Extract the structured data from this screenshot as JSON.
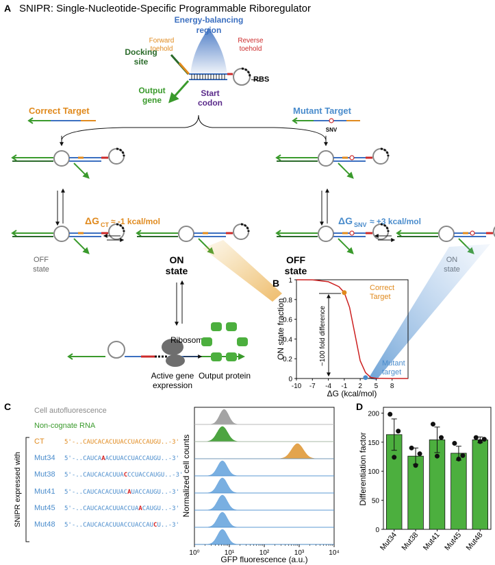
{
  "header": {
    "panel_a": "A",
    "title": "SNIPR: Single-Nucleotide-Specific Programmable Riboregulator"
  },
  "schematic": {
    "energy_region": [
      "Energy-balancing",
      "region"
    ],
    "forward_toehold": [
      "Forward",
      "toehold"
    ],
    "reverse_toehold": [
      "Reverse",
      "toehold"
    ],
    "docking_site": [
      "Docking",
      "site"
    ],
    "rbs": "RBS",
    "output_gene": [
      "Output",
      "gene"
    ],
    "start_codon": [
      "Start",
      "codon"
    ],
    "correct_target": "Correct Target",
    "mutant_target": "Mutant Target",
    "snv": "SNV",
    "dg_ct_label": "ΔG",
    "dg_ct_sub": "CT",
    "dg_ct_value": "≈ -1 kcal/mol",
    "dg_snv_label": "ΔG",
    "dg_snv_sub": "SNV",
    "dg_snv_value": "≈ +3 kcal/mol",
    "off_state_left": [
      "OFF",
      "state"
    ],
    "on_state_left": [
      "ON",
      "state"
    ],
    "off_state_right": [
      "OFF",
      "state"
    ],
    "on_state_right": [
      "ON",
      "state"
    ],
    "ribosome": "Ribosome",
    "active_gene_expression": [
      "Active gene",
      "expression"
    ],
    "output_protein": "Output protein"
  },
  "panel_b": {
    "label": "B",
    "annotation_correct": [
      "Correct",
      "Target"
    ],
    "annotation_mutant": [
      "Mutant",
      "target"
    ],
    "difference": "~100 fold difference"
  },
  "panel_c": {
    "label": "C",
    "rows": [
      {
        "name": "Cell autofluorescence",
        "seq_pre": "",
        "seq_mut": "",
        "seq_post": "",
        "color": "#8a8a8a"
      },
      {
        "name": "Non-cognate RNA",
        "seq_pre": "",
        "seq_mut": "",
        "seq_post": "",
        "color": "#3a9a2c"
      },
      {
        "name": "CT",
        "seq_pre": "5'-..CAUCACACUUACCUACCAUGU..-3'",
        "seq_mut": "",
        "seq_post": "",
        "color": "#e08a1e"
      },
      {
        "name": "Mut34",
        "seq_pre": "5'-..CAUCA",
        "seq_mut": "A",
        "seq_post": "ACUUACCUACCAUGU..-3'",
        "color": "#4a8ccc"
      },
      {
        "name": "Mut38",
        "seq_pre": "5'-..CAUCACACUUA",
        "seq_mut": "C",
        "seq_post": "CCUACCAUGU..-3'",
        "color": "#4a8ccc"
      },
      {
        "name": "Mut41",
        "seq_pre": "5'-..CAUCACACUUAC",
        "seq_mut": "A",
        "seq_post": "UACCAUGU..-3'",
        "color": "#4a8ccc"
      },
      {
        "name": "Mut45",
        "seq_pre": "5'-..CAUCACACUUACCUA",
        "seq_mut": "A",
        "seq_post": "CAUGU..-3'",
        "color": "#4a8ccc"
      },
      {
        "name": "Mut48",
        "seq_pre": "5'-..CAUCACACUUACCUACCAU",
        "seq_mut": "C",
        "seq_post": "U..-3'",
        "color": "#4a8ccc"
      }
    ],
    "bracket_label": "SNIPR expressed with",
    "mut_color": "#d42020"
  },
  "chart_data": [
    {
      "type": "line",
      "xlabel": "ΔG (kcal/mol)",
      "ylabel": "ON state fraction",
      "xlim": [
        -10,
        11
      ],
      "ylim": [
        0,
        1
      ],
      "xticks": [
        "-10",
        "-7",
        "-4",
        "-1",
        "2",
        "5",
        "8"
      ],
      "yticks": [
        "0",
        "0.2",
        "0.4",
        "0.6",
        "0.8",
        "1"
      ],
      "series": [
        {
          "x": [
            -10,
            -7,
            -4,
            -2,
            -1,
            0,
            1,
            2,
            3,
            4,
            5,
            8,
            11
          ],
          "values": [
            1.0,
            0.999,
            0.98,
            0.93,
            0.87,
            0.72,
            0.45,
            0.18,
            0.06,
            0.01,
            0.003,
            0.0,
            0.0
          ]
        }
      ],
      "points": [
        {
          "x": -1,
          "y": 0.87,
          "color": "#e08a1e"
        },
        {
          "x": 3,
          "y": 0.009,
          "color": "#4a8ccc"
        }
      ]
    },
    {
      "type": "area",
      "xlabel": "GFP fluorescence (a.u.)",
      "ylabel": "Normalized cell counts",
      "xscale": "log",
      "xlim": [
        1,
        10000
      ],
      "xticks": [
        "10⁰",
        "10¹",
        "10²",
        "10³",
        "10⁴"
      ],
      "series": [
        {
          "name": "Cell autofluorescence",
          "peak_log10": 0.85,
          "width": 0.13
        },
        {
          "name": "Non-cognate RNA",
          "peak_log10": 0.8,
          "width": 0.15
        },
        {
          "name": "CT",
          "peak_log10": 2.95,
          "width": 0.17
        },
        {
          "name": "Mut34",
          "peak_log10": 0.8,
          "width": 0.14
        },
        {
          "name": "Mut38",
          "peak_log10": 0.8,
          "width": 0.14
        },
        {
          "name": "Mut41",
          "peak_log10": 0.8,
          "width": 0.14
        },
        {
          "name": "Mut45",
          "peak_log10": 0.8,
          "width": 0.14
        },
        {
          "name": "Mut48",
          "peak_log10": 0.8,
          "width": 0.14
        }
      ]
    },
    {
      "type": "bar",
      "panel": "D",
      "ylabel": "Differentiation factor",
      "ylim": [
        0,
        210
      ],
      "yticks": [
        "0",
        "50",
        "100",
        "150",
        "200"
      ],
      "categories": [
        "Mut34",
        "Mut38",
        "Mut41",
        "Mut45",
        "Mut48"
      ],
      "values": [
        163,
        126,
        154,
        131,
        154
      ],
      "errors": [
        27,
        14,
        22,
        12,
        5
      ],
      "replicates": [
        [
          198,
          169,
          124
        ],
        [
          140,
          130,
          110
        ],
        [
          181,
          158,
          126
        ],
        [
          148,
          127,
          121
        ],
        [
          158,
          155,
          151
        ]
      ]
    }
  ]
}
